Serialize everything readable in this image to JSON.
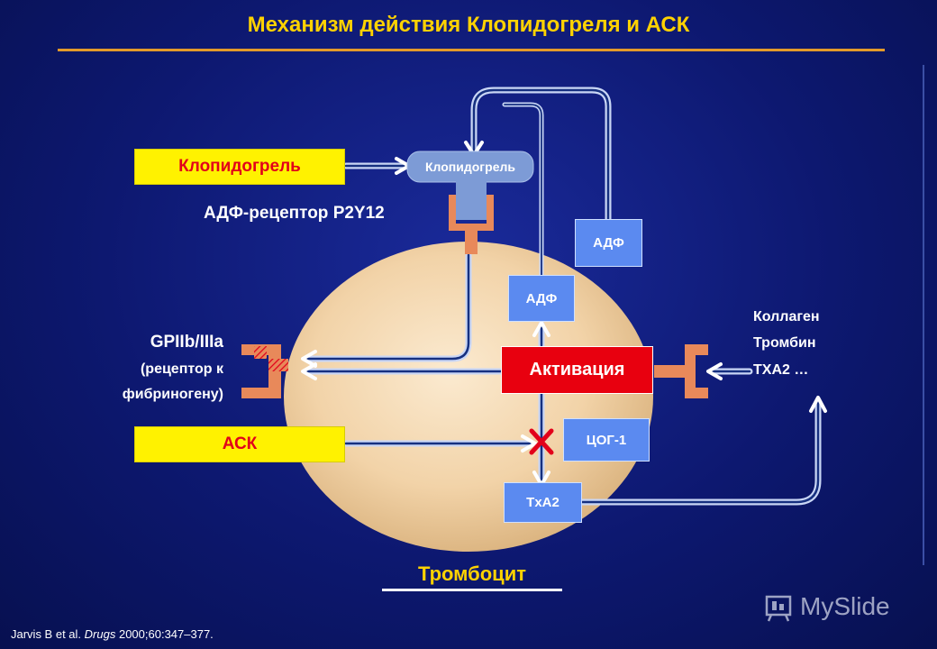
{
  "title": "Механизм действия Клопидогреля и АСК",
  "labels": {
    "clopidogrel_drug": "Клопидогрель",
    "clopidogrel_on_receptor": "Клопидогрель",
    "adp_receptor": "АДФ-рецептор P2Y12",
    "adp_top": "АДФ",
    "adp_mid": "АДФ",
    "activation": "Активация",
    "cox1": "ЦОГ-1",
    "txa2_box": "TxA2",
    "asa": "АСК",
    "gp_line1": "GPIIb/IIIa",
    "gp_line2": "(рецептор к",
    "gp_line3": "фибриногену)",
    "agonist1": "Коллаген",
    "agonist2": "Тромбин",
    "agonist3": "TXA2 …",
    "platelet": "Тромбоцит"
  },
  "citation": {
    "authors": "Jarvis B et al.",
    "journal": "Drugs",
    "rest": "2000;60:347–377."
  },
  "watermark": "MySlide",
  "colors": {
    "title": "#ffd200",
    "drug_box": "#fff200",
    "drug_text": "#e2001a",
    "info_box": "#5b8af0",
    "activation_box": "#e8000f",
    "receptor": "#e8895a",
    "cell": "#f2d3a8"
  }
}
